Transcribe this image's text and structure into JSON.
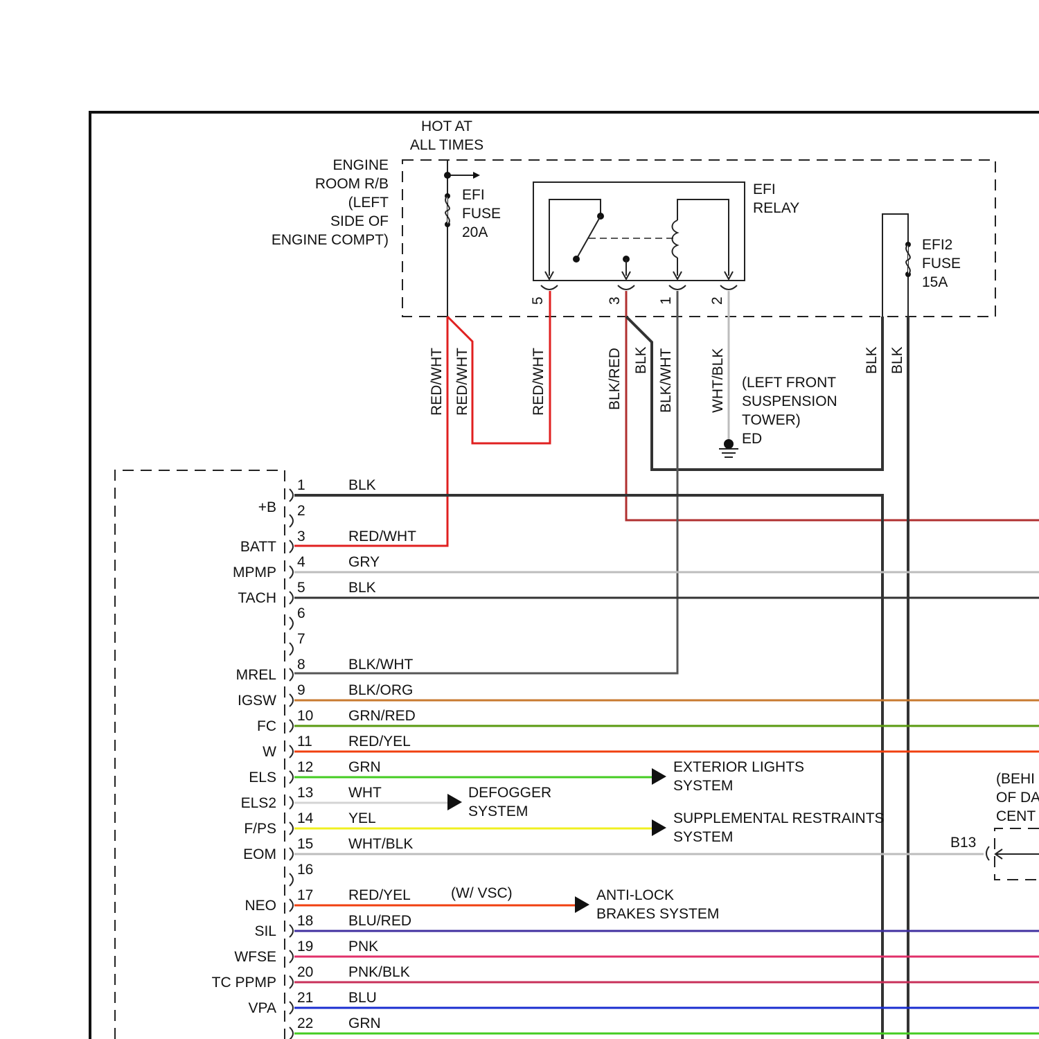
{
  "header": {
    "hot_line1": "HOT AT",
    "hot_line2": "ALL TIMES"
  },
  "engine_room": {
    "line1": "ENGINE",
    "line2": "ROOM R/B",
    "line3": "(LEFT",
    "line4": "SIDE OF",
    "line5": "ENGINE COMPT)"
  },
  "efi_fuse": {
    "line1": "EFI",
    "line2": "FUSE",
    "line3": "20A"
  },
  "efi_relay": {
    "line1": "EFI",
    "line2": "RELAY"
  },
  "efi2_fuse": {
    "line1": "EFI2",
    "line2": "FUSE",
    "line3": "15A"
  },
  "relay_pins": [
    "5",
    "3",
    "1",
    "2"
  ],
  "vertical_wire_labels": [
    "RED/WHT",
    "RED/WHT",
    "RED/WHT",
    "BLK/RED",
    "BLK",
    "BLK/WHT",
    "WHT/BLK",
    "BLK",
    "BLK"
  ],
  "ground": {
    "line1": "(LEFT FRONT",
    "line2": "SUSPENSION",
    "line3": "TOWER)",
    "line4": "ED"
  },
  "connector_pins": [
    {
      "num": "1",
      "signal": "",
      "wire": "BLK"
    },
    {
      "num": "2",
      "signal": "+B",
      "wire": ""
    },
    {
      "num": "3",
      "signal": "BATT",
      "wire": "RED/WHT"
    },
    {
      "num": "4",
      "signal": "MPMP",
      "wire": "GRY"
    },
    {
      "num": "5",
      "signal": "TACH",
      "wire": "BLK"
    },
    {
      "num": "6",
      "signal": "",
      "wire": ""
    },
    {
      "num": "7",
      "signal": "",
      "wire": ""
    },
    {
      "num": "8",
      "signal": "MREL",
      "wire": "BLK/WHT"
    },
    {
      "num": "9",
      "signal": "IGSW",
      "wire": "BLK/ORG"
    },
    {
      "num": "10",
      "signal": "FC",
      "wire": "GRN/RED"
    },
    {
      "num": "11",
      "signal": "W",
      "wire": "RED/YEL"
    },
    {
      "num": "12",
      "signal": "ELS",
      "wire": "GRN"
    },
    {
      "num": "13",
      "signal": "ELS2",
      "wire": "WHT"
    },
    {
      "num": "14",
      "signal": "F/PS",
      "wire": "YEL"
    },
    {
      "num": "15",
      "signal": "EOM",
      "wire": "WHT/BLK"
    },
    {
      "num": "16",
      "signal": "",
      "wire": ""
    },
    {
      "num": "17",
      "signal": "NEO",
      "wire": "RED/YEL"
    },
    {
      "num": "18",
      "signal": "SIL",
      "wire": "BLU/RED"
    },
    {
      "num": "19",
      "signal": "WFSE",
      "wire": "PNK"
    },
    {
      "num": "20",
      "signal": "TC PPMP",
      "wire": "PNK/BLK"
    },
    {
      "num": "21",
      "signal": "VPA",
      "wire": "BLU"
    },
    {
      "num": "22",
      "signal": "",
      "wire": "GRN"
    }
  ],
  "destinations": {
    "exterior_lights": {
      "line1": "EXTERIOR LIGHTS",
      "line2": "SYSTEM"
    },
    "defogger": {
      "line1": "DEFOGGER",
      "line2": "SYSTEM"
    },
    "srs": {
      "line1": "SUPPLEMENTAL RESTRAINTS",
      "line2": "SYSTEM"
    },
    "w_vsc": "(W/ VSC)",
    "abs": {
      "line1": "ANTI-LOCK",
      "line2": "BRAKES SYSTEM"
    },
    "b13": "B13",
    "behind": {
      "line1": "(BEHI",
      "line2": "OF DA",
      "line3": "CENT"
    }
  },
  "wire_colors": {
    "BLK": "#333333",
    "RED": "#e02020",
    "RED/WHT": "#e02020",
    "GRY": "#bdbdbd",
    "BLK/WHT": "#555555",
    "BLK/RED": "#b03030",
    "BLK/ORG": "#c87a30",
    "GRN/RED": "#5a9a10",
    "RED/YEL": "#f04010",
    "GRN": "#44cc22",
    "WHT": "#d4d4d4",
    "YEL": "#f0f020",
    "WHT/BLK": "#bdbdbd",
    "BLU/RED": "#4030a0",
    "PNK": "#e0306a",
    "PNK/BLK": "#c8305a",
    "BLU": "#1a2ed0"
  }
}
